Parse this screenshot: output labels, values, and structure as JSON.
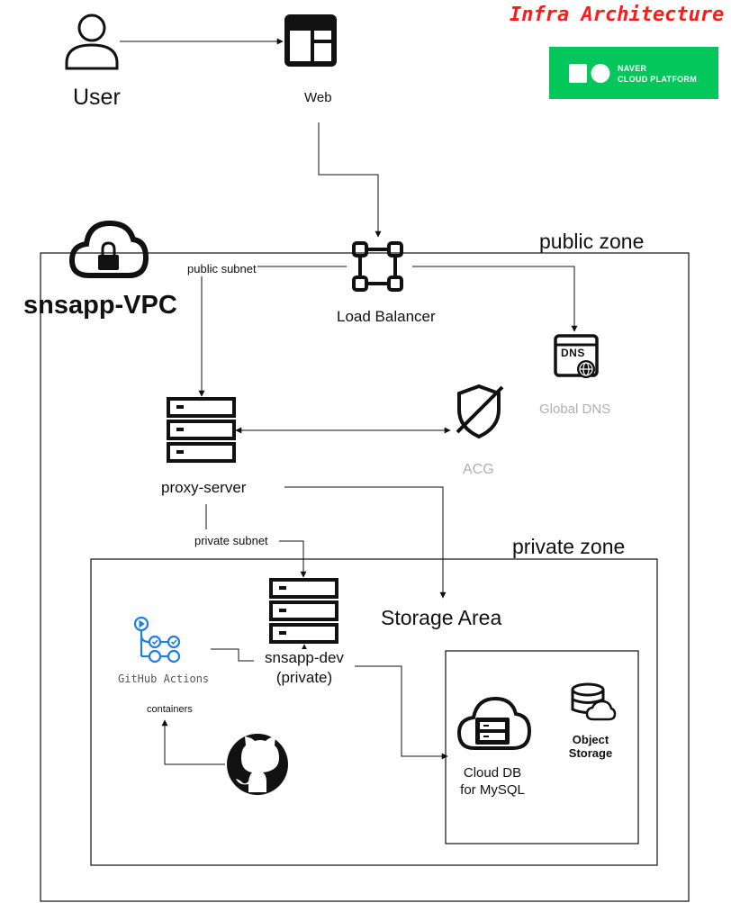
{
  "title": "Infra Architecture",
  "brand": {
    "line1": "NAVER",
    "line2": "CLOUD PLATFORM",
    "bg_color": "#03c75a"
  },
  "nodes": {
    "user": "User",
    "web": "Web",
    "vpc": "snsapp-VPC",
    "load_balancer": "Load Balancer",
    "global_dns": "Global DNS",
    "dns_badge": "DNS",
    "proxy_server": "proxy-server",
    "acg": "ACG",
    "snsapp_dev_line1": "snsapp-dev",
    "snsapp_dev_line2": "(private)",
    "github_actions": "GitHub Actions",
    "containers": "containers",
    "cloud_db_line1": "Cloud DB",
    "cloud_db_line2": "for MySQL",
    "object_storage_line1": "Object",
    "object_storage_line2": "Storage"
  },
  "zones": {
    "public": "public zone",
    "private": "private zone",
    "storage": "Storage Area"
  },
  "edges": {
    "public_subnet": "public subnet",
    "private_subnet": "private subnet"
  },
  "colors": {
    "title": "#ff1a1a",
    "muted": "#b0b0b0",
    "actions_blue": "#1f7fe0",
    "line": "#111111"
  }
}
